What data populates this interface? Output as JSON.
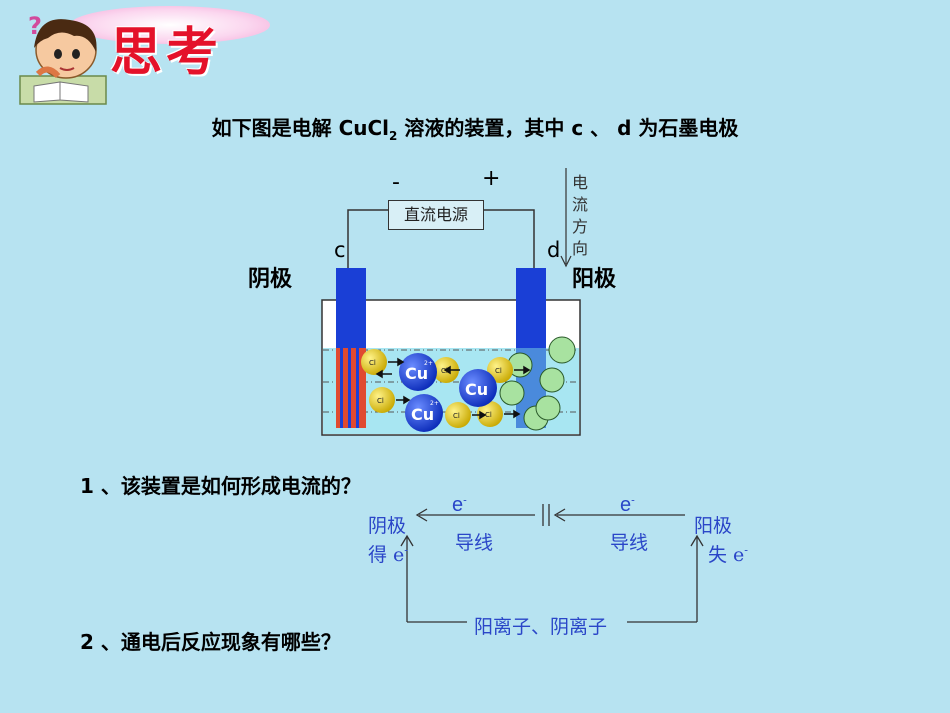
{
  "header": {
    "title": "思考"
  },
  "heading": {
    "prefix": "如下图是电解 CuCl",
    "sub": "2",
    "suffix": " 溶液的装置，其中 c 、 d 为石墨电极"
  },
  "apparatus": {
    "minus": "-",
    "plus": "+",
    "power_supply": "直流电源",
    "current_direction": "电流方向",
    "electrode_c": "c",
    "electrode_d": "d",
    "cathode": "阴极",
    "anode": "阳极",
    "ions": {
      "cu": "Cu",
      "cu_charge": "2+",
      "cl": "Cl"
    }
  },
  "questions": {
    "q1": "1 、该装置是如何形成电流的？",
    "q2": "2 、通电后反应现象有哪些？"
  },
  "flow": {
    "electron": "e",
    "electron_sup": "-",
    "wire": "导线",
    "cathode": "阴极",
    "gain": "得 e",
    "anode": "阳极",
    "lose": "失 e",
    "ions": "阳离子、阴离子"
  },
  "colors": {
    "background": "#b7e3f1",
    "electrode": "#1a3fd6",
    "cu_ion": "#1540d0",
    "cl_ion": "#e8d400",
    "flow_text": "#2a46c8",
    "title": "#e4122a"
  }
}
